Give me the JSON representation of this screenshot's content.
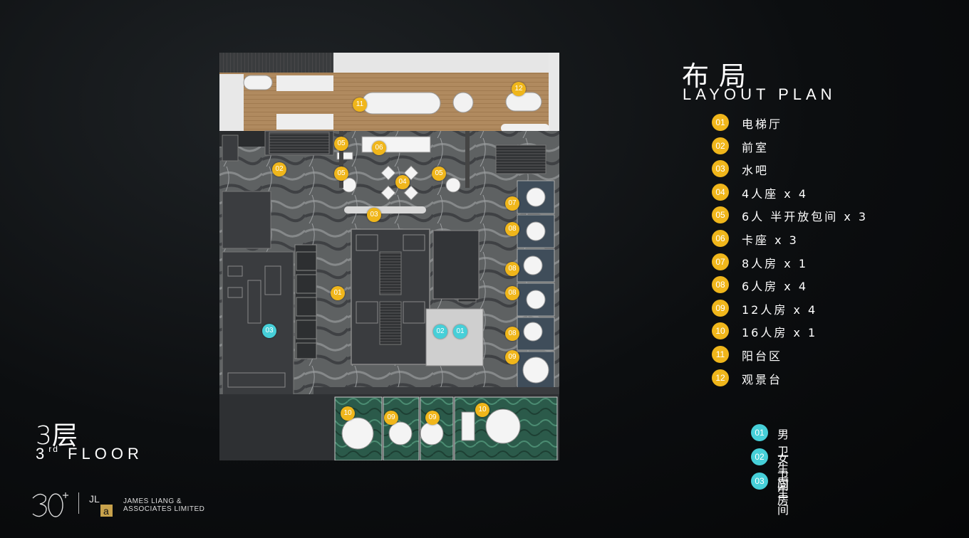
{
  "legend_title_zh": "布局",
  "legend_title_en": "LAYOUT PLAN",
  "legend": [
    {
      "num": "01",
      "label": "电梯厅"
    },
    {
      "num": "02",
      "label": "前室"
    },
    {
      "num": "03",
      "label": "水吧"
    },
    {
      "num": "04",
      "label": "4人座 x 4"
    },
    {
      "num": "05",
      "label": "6人 半开放包间 x 3"
    },
    {
      "num": "06",
      "label": "卡座 x 3"
    },
    {
      "num": "07",
      "label": "8人房 x 1"
    },
    {
      "num": "08",
      "label": "6人房 x 4"
    },
    {
      "num": "09",
      "label": "12人房 x 4"
    },
    {
      "num": "10",
      "label": "16人房 x 1"
    },
    {
      "num": "11",
      "label": "阳台区"
    },
    {
      "num": "12",
      "label": "观景台"
    }
  ],
  "legend_service": [
    {
      "num": "01",
      "label": "男卫生间"
    },
    {
      "num": "02",
      "label": "女卫生间"
    },
    {
      "num": "03",
      "label": "厨房"
    }
  ],
  "floor_zh": "3层",
  "floor_en_num": "3",
  "floor_en_suffix": "rd",
  "floor_en_word": "FLOOR",
  "company_line1": "JAMES LIANG &",
  "company_line2": "ASSOCIATES LIMITED",
  "logo_jl": "JL",
  "logo_a": "a",
  "plan_markers": [
    {
      "label": "11",
      "type": "amenity"
    },
    {
      "label": "12",
      "type": "amenity"
    },
    {
      "label": "05",
      "type": "amenity"
    },
    {
      "label": "06",
      "type": "amenity"
    },
    {
      "label": "02",
      "type": "amenity"
    },
    {
      "label": "05",
      "type": "amenity"
    },
    {
      "label": "04",
      "type": "amenity"
    },
    {
      "label": "05",
      "type": "amenity"
    },
    {
      "label": "03",
      "type": "amenity"
    },
    {
      "label": "07",
      "type": "amenity"
    },
    {
      "label": "08",
      "type": "amenity"
    },
    {
      "label": "08",
      "type": "amenity"
    },
    {
      "label": "08",
      "type": "amenity"
    },
    {
      "label": "08",
      "type": "amenity"
    },
    {
      "label": "09",
      "type": "amenity"
    },
    {
      "label": "01",
      "type": "amenity"
    },
    {
      "label": "03",
      "type": "service"
    },
    {
      "label": "02",
      "type": "service"
    },
    {
      "label": "01",
      "type": "service"
    },
    {
      "label": "10",
      "type": "amenity"
    },
    {
      "label": "09",
      "type": "amenity"
    },
    {
      "label": "09",
      "type": "amenity"
    },
    {
      "label": "10",
      "type": "amenity"
    }
  ],
  "colors": {
    "amenity_marker": "#f0b61b",
    "service_marker": "#46cfd8",
    "background": "#0c0e10"
  }
}
